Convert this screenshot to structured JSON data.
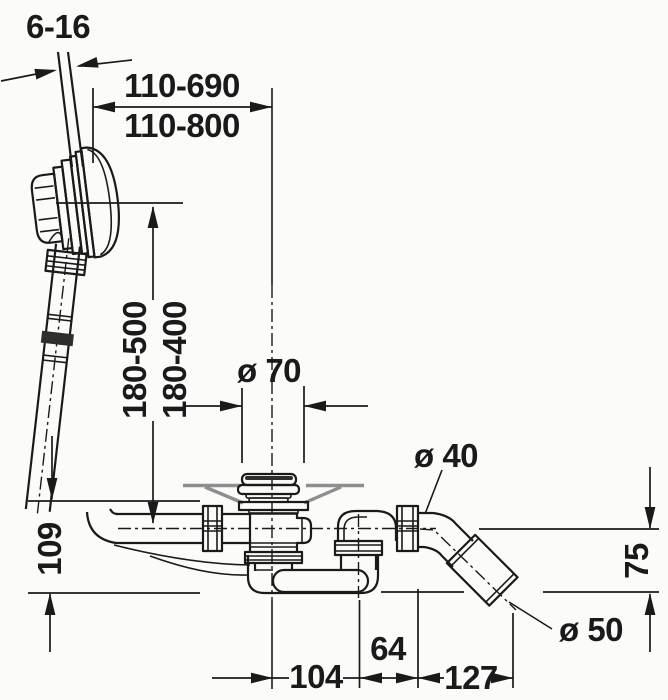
{
  "drawing": {
    "colors": {
      "background": "#fbfcf9",
      "ink": "#1a1a1a",
      "tub_surface": "#8e8e8e",
      "plug_dark": "#2e2e2e"
    },
    "labels": {
      "wall_thickness": "6-16",
      "overflow_distance_min": "110-690",
      "overflow_distance_max": "110-800",
      "overflow_height_a": "180-500",
      "overflow_height_b": "180-400",
      "waste_diameter": "ø 70",
      "outlet_pipe_diameter": "ø 40",
      "connection_diameter": "ø 50",
      "body_depth": "109",
      "outlet_drop": "75",
      "spacing_waste_to_elbow": "104",
      "spacing_elbow_to_union": "64",
      "spacing_union_to_end": "127"
    }
  }
}
